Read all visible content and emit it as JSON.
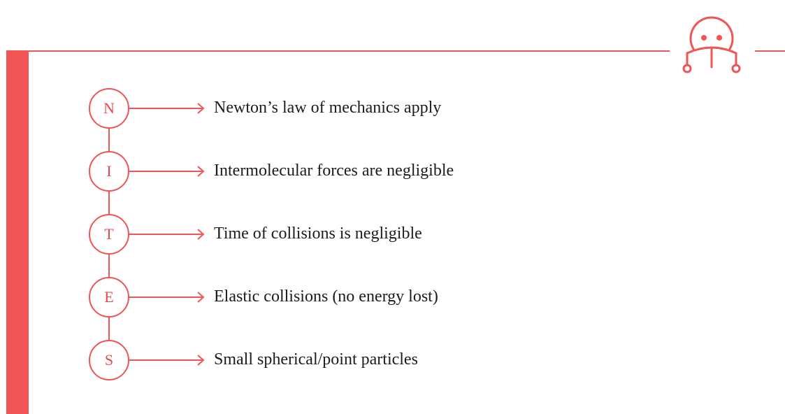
{
  "accent_color": "#f05454",
  "logo": {
    "icon": "person-reading-book-icon"
  },
  "items": [
    {
      "letter": "N",
      "text": "Newton’s law of mechanics apply"
    },
    {
      "letter": "I",
      "text": "Intermolecular forces are negligible"
    },
    {
      "letter": "T",
      "text": "Time of collisions is negligible"
    },
    {
      "letter": "E",
      "text": "Elastic collisions (no energy lost)"
    },
    {
      "letter": "S",
      "text": "Small spherical/point particles"
    }
  ]
}
